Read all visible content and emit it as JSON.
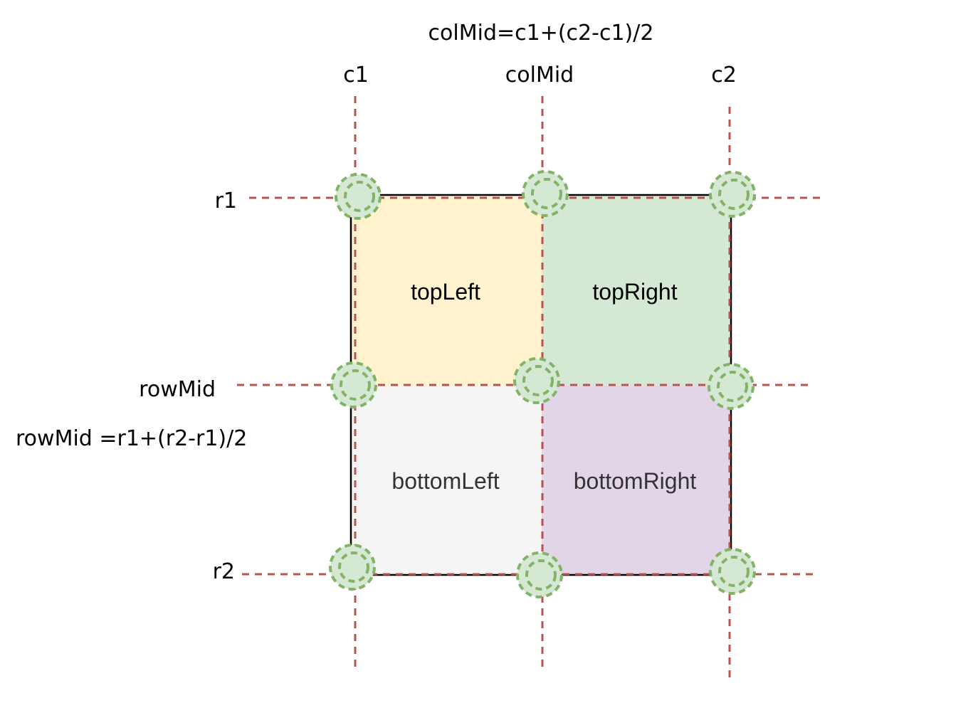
{
  "formulas": {
    "col_mid": "colMid=c1+(c2-c1)/2",
    "row_mid": "rowMid =r1+(r2-r1)/2"
  },
  "column_labels": {
    "c1": "c1",
    "col_mid": "colMid",
    "c2": "c2"
  },
  "row_labels": {
    "r1": "r1",
    "row_mid": "rowMid",
    "r2": "r2"
  },
  "quadrants": {
    "top_left": "topLeft",
    "top_right": "topRight",
    "bottom_left": "bottomLeft",
    "bottom_right": "bottomRight"
  },
  "colors": {
    "guide_line": "#b85450",
    "top_left_fill": "#fff2cc",
    "top_right_fill": "#d5e8d4",
    "bottom_left_fill": "#f5f5f5",
    "bottom_right_fill": "#e1d5e7",
    "marker_fill": "#d5e8d4",
    "marker_stroke": "#82b366",
    "muted_text": "#333333"
  }
}
